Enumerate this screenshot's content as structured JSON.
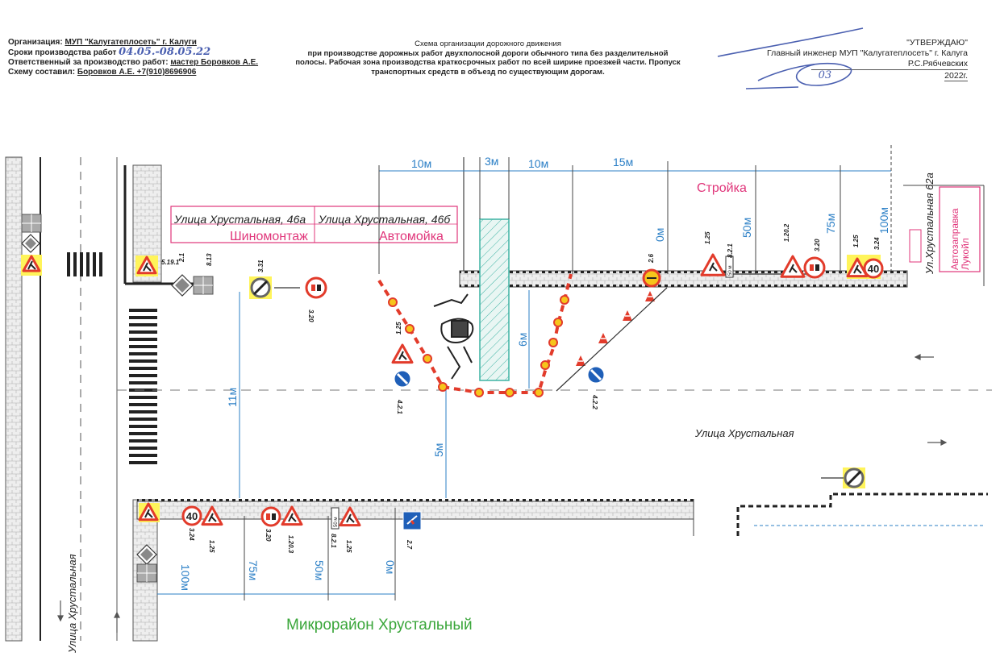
{
  "header": {
    "org_label": "Организация:",
    "org_value": "МУП \"Калугатеплосеть\" г. Калуги",
    "dates_label": "Сроки производства работ",
    "dates_value": "04.05.-08.05.22",
    "responsible_label": "Ответственный за производство работ:",
    "responsible_value": "мастер Боровков А.Е.",
    "author_label": "Схему составил:",
    "author_value": "Боровков А.Е. +7(910)8696906",
    "title_line1": "Схема организации дорожного движения",
    "title_line2": "при производстве дорожных работ двухполосной дороги обычного типа без разделительной",
    "title_line3": "полосы. Рабочая зона производства краткосрочных работ по всей ширине проезжей части. Пропуск",
    "title_line4": "транспортных средств в объезд по существующим дорогам.",
    "approve": "\"УТВЕРЖДАЮ\"",
    "approver_title": "Главный инженер МУП \"Калугатеплосеть\" г. Калуга",
    "approver_name": "Р.С.Рябчевских",
    "approve_date": "2022г.",
    "handwritten_day": "03"
  },
  "labels": {
    "street46a": "Улица Хрустальная, 46а",
    "street46b": "Улица Хрустальная, 46б",
    "tire": "Шиномонтаж",
    "carwash": "Автомойка",
    "construction": "Стройка",
    "street_main": "Улица Хрустальная",
    "street_left": "Улица Хрустальная",
    "street_62a": "Ул.Хрустальная 62а",
    "gas_station": "Автозаправка Лукойл",
    "district": "Микрорайон Хрустальный"
  },
  "dimensions": {
    "top_10a": "10м",
    "top_3": "3м",
    "top_10b": "10м",
    "top_15": "15м",
    "d_0_top": "0м",
    "d_50_top": "50м",
    "d_75_top": "75м",
    "d_100_top": "100м",
    "d_6": "6м",
    "d_11": "11м",
    "d_5": "5м",
    "d_100_bottom": "100м",
    "d_75_bottom": "75м",
    "d_50_bottom": "50м",
    "d_0_bottom": "0м"
  },
  "sign_codes": {
    "s125": "1.25",
    "s120_2": "1.20.2",
    "s120_3": "1.20.3",
    "s320": "3.20",
    "s324": "3.24",
    "s821": "8.2.1",
    "s331": "3.31",
    "s26": "2.6",
    "s27": "2.7",
    "s421": "4.2.1",
    "s422": "4.2.2",
    "speed": "40",
    "plate": "50 м"
  },
  "colors": {
    "dimension": "#2b7fc6",
    "magenta": "#e0357a",
    "green": "#3aa63a",
    "sign_red": "#e23b2b",
    "sign_yellow": "#f6c51b",
    "sign_blue": "#1f5fb8",
    "highlight": "#fff45a",
    "pit": "#3fb3a4"
  }
}
